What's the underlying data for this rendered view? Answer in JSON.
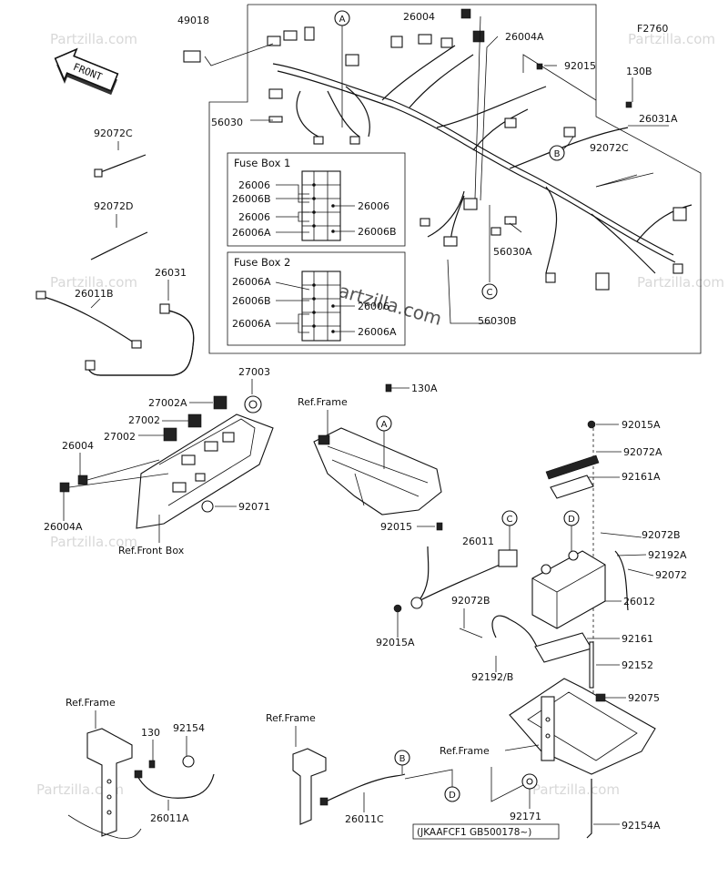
{
  "diagram_code": "F2760",
  "front_label": "FRONT",
  "watermark": "Partzilla.com",
  "fuse_box_1": {
    "title": "Fuse Box 1",
    "left": [
      "26006",
      "26006B",
      "26006",
      "26006A"
    ],
    "right": [
      "26006",
      "26006B"
    ]
  },
  "fuse_box_2": {
    "title": "Fuse Box 2",
    "left": [
      "26006A",
      "26006B",
      "26006A"
    ],
    "right": [
      "26006",
      "26006A"
    ]
  },
  "callouts": {
    "a": "A",
    "b": "B",
    "c": "C",
    "d": "D"
  },
  "parts": {
    "p49018": "49018",
    "p26004_top": "26004",
    "p26004A_top": "26004A",
    "pF2760": "F2760",
    "p92015_top": "92015",
    "p130B": "130B",
    "p26031A": "26031A",
    "p56030": "56030",
    "p92072C_l": "92072C",
    "p92072C_r": "92072C",
    "p92072D": "92072D",
    "p26011B": "26011B",
    "p26031": "26031",
    "p56030A": "56030A",
    "p56030B": "56030B",
    "p27003": "27003",
    "p27002A": "27002A",
    "p27002_a": "27002",
    "p27002_b": "27002",
    "p26004": "26004",
    "p26004A": "26004A",
    "p92071": "92071",
    "ref_front_box": "Ref.Front Box",
    "ref_frame_1": "Ref.Frame",
    "p130A": "130A",
    "p92015A_r": "92015A",
    "p92072A": "92072A",
    "p92161A": "92161A",
    "p92015": "92015",
    "p26011": "26011",
    "p92072B_r": "92072B",
    "p92192A": "92192A",
    "p92072": "92072",
    "p26012": "26012",
    "p92072B_l": "92072B",
    "p92015A_l": "92015A",
    "p92161": "92161",
    "p92192B": "92192/B",
    "p92152": "92152",
    "p92075": "92075",
    "ref_frame_2": "Ref.Frame",
    "p130": "130",
    "p92154": "92154",
    "p26011A": "26011A",
    "ref_frame_3": "Ref.Frame",
    "p26011C": "26011C",
    "ref_frame_4": "Ref.Frame",
    "p92171": "92171",
    "p92154A": "92154A",
    "serial_note": "(JKAAFCF1 GB500178~)"
  }
}
